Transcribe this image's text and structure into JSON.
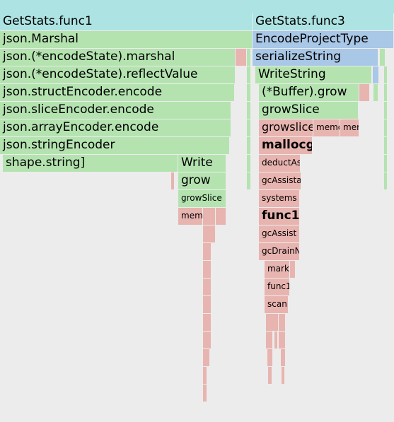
{
  "colors": {
    "header": "#aee3e3",
    "go": "#b4e3b0",
    "project": "#a9c7e6",
    "runtime": "#e8b4b0",
    "background": "#ececec"
  },
  "frames": {
    "get_stats_func1": "GetStats.func1",
    "get_stats_func3": "GetStats.func3",
    "json_marshal": "json.Marshal",
    "encode_project_type": "EncodeProjectType",
    "encode_state_marshal": "json.(*encodeState).marshal",
    "serialize_string": "serializeString",
    "encode_state_reflect_value": "json.(*encodeState).reflectValue",
    "write_string": "WriteString",
    "struct_encoder_encode": "json.structEncoder.encode",
    "buffer_grow": "(*Buffer).grow",
    "slice_encoder_encode": "json.sliceEncoder.encode",
    "grow_slice_right": "growSlice",
    "array_encoder_encode": "json.arrayEncoder.encode",
    "growslice": "growslice",
    "memc": "memc",
    "mer": "mer",
    "string_encoder": "json.stringEncoder",
    "mallocgc": "mallocgc",
    "shape_string": "shape.string]",
    "write_left": "Write",
    "deduct_as": "deductAs",
    "grow_left": "grow",
    "gc_assist_a": "gcAssista",
    "grow_slice_left": "growSlice",
    "systems": "systems",
    "mem_left": "mem",
    "func1_bold": "func1",
    "gc_assist_b": "gcAssist",
    "gc_drain_n": "gcDrainN",
    "marki": "marki",
    "func1_small": "func1",
    "scan": "scan"
  }
}
